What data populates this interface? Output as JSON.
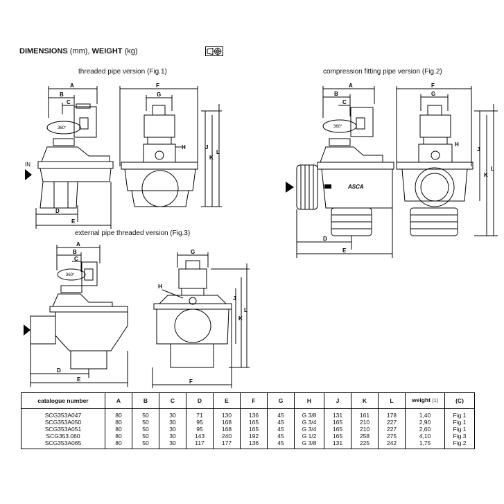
{
  "heading": {
    "dimensions": "DIMENSIONS",
    "mm": "(mm),",
    "weight": "WEIGHT",
    "kg": "(kg)"
  },
  "captions": {
    "fig1": "threaded pipe version (Fig.1)",
    "fig2": "compression fitting pipe version (Fig.2)",
    "fig3": "external pipe threaded version (Fig.3)"
  },
  "labels": {
    "A": "A",
    "B": "B",
    "C": "C",
    "D": "D",
    "E": "E",
    "F": "F",
    "G": "G",
    "H": "H",
    "J": "J",
    "K": "K",
    "L": "L",
    "in": "IN",
    "deg": "360°",
    "brand": "ASCA"
  },
  "table": {
    "headers": [
      "catalogue number",
      "A",
      "B",
      "C",
      "D",
      "E",
      "F",
      "G",
      "H",
      "J",
      "K",
      "L",
      "weight",
      "(C)"
    ],
    "weight_note": "(1)",
    "rows": [
      [
        "SCG353A047",
        "80",
        "50",
        "30",
        "71",
        "130",
        "136",
        "45",
        "G 3/8",
        "131",
        "161",
        "178",
        "1,40",
        "Fig.1"
      ],
      [
        "SCG353A050",
        "80",
        "50",
        "30",
        "95",
        "168",
        "165",
        "45",
        "G 3/4",
        "165",
        "210",
        "227",
        "2,90",
        "Fig.1"
      ],
      [
        "SCG353A051",
        "80",
        "50",
        "30",
        "95",
        "168",
        "165",
        "45",
        "G 3/4",
        "165",
        "210",
        "227",
        "2,60",
        "Fig.1"
      ],
      [
        "SCG353.060",
        "80",
        "50",
        "30",
        "143",
        "240",
        "192",
        "45",
        "G 1/2",
        "165",
        "258",
        "275",
        "4,10",
        "Fig.3"
      ],
      [
        "SCG353A065",
        "80",
        "50",
        "30",
        "117",
        "177",
        "136",
        "45",
        "G 3/8",
        "131",
        "225",
        "242",
        "1,75",
        "Fig.2"
      ]
    ]
  }
}
